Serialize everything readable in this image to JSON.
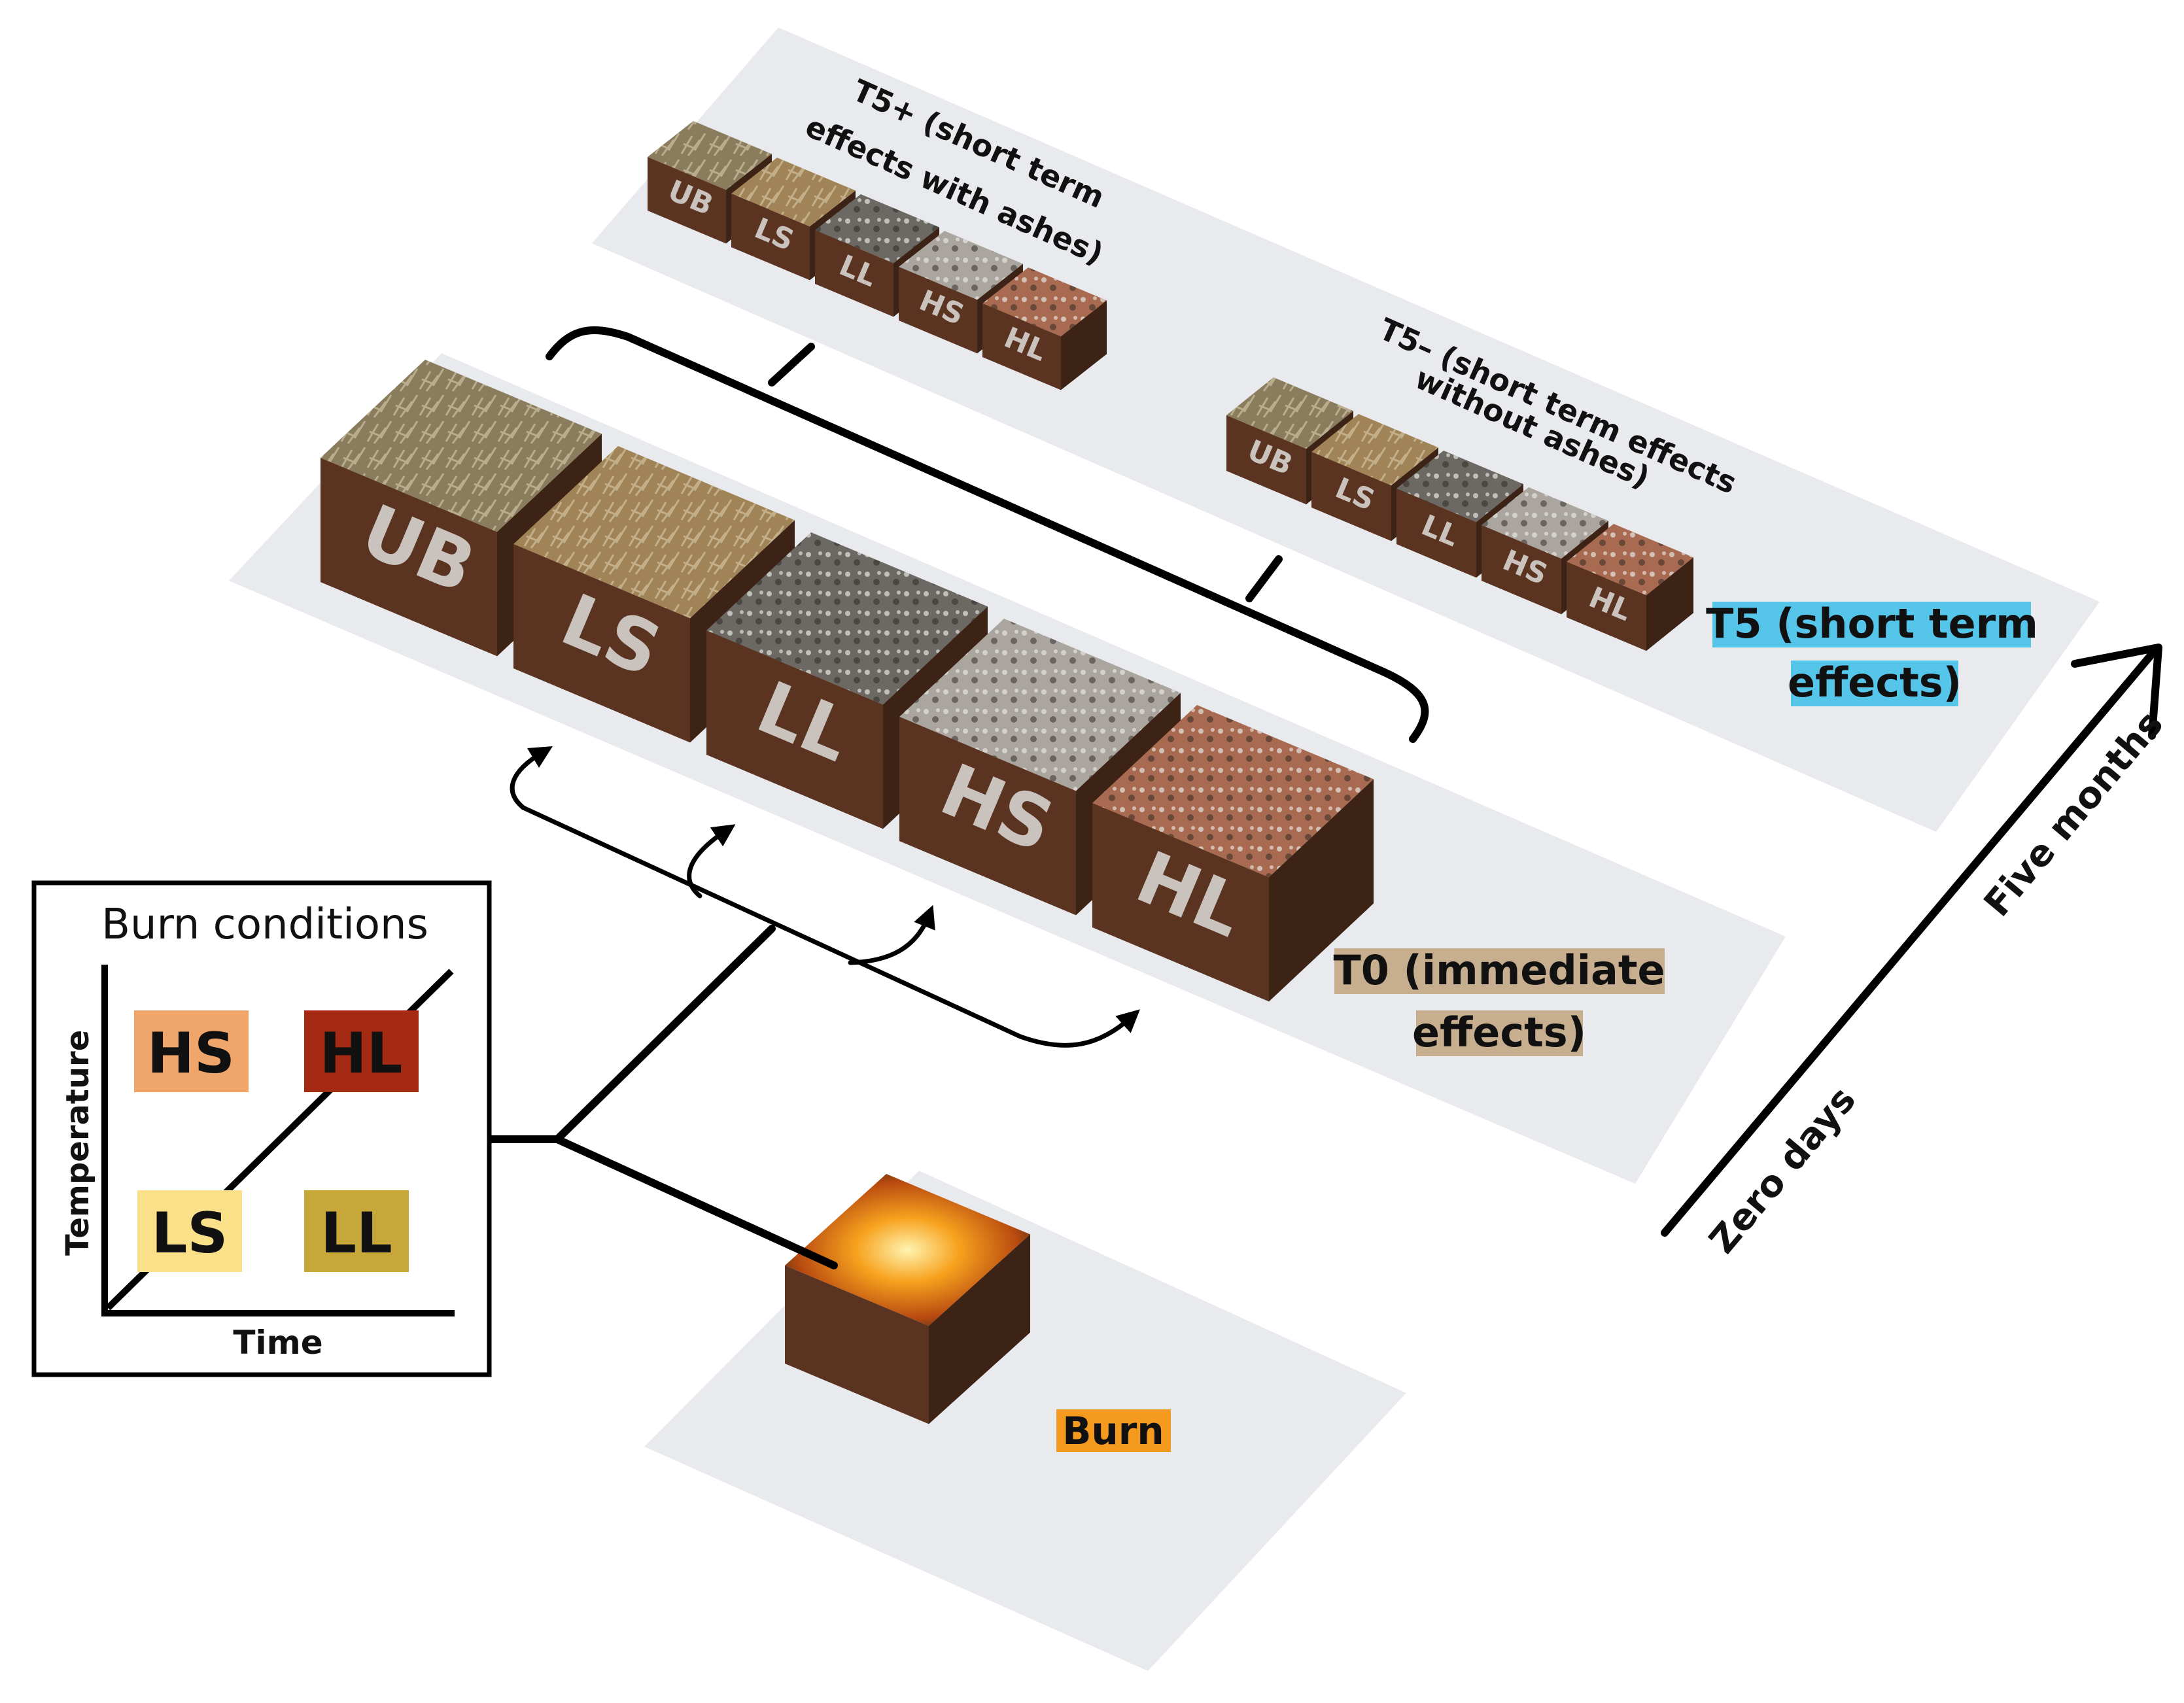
{
  "labels": {
    "t5_plus": [
      "T5+ (short term",
      "effects with ashes)"
    ],
    "t5_minus": [
      "T5– (short term effects",
      "without ashes)"
    ],
    "t5": [
      "T5 (short term",
      "effects)"
    ],
    "t0": [
      "T0 (immediate",
      "effects)"
    ],
    "burn": "Burn",
    "axis_start": "Zero days",
    "axis_end": "Five months"
  },
  "burn_conditions": {
    "title": "Burn conditions",
    "x_label": "Time",
    "y_label": "Temperature",
    "quadrants": [
      "HS",
      "HL",
      "LS",
      "LL"
    ]
  },
  "treatments": [
    "UB",
    "LS",
    "LL",
    "HS",
    "HL"
  ],
  "colors": {
    "platform": "#e8eaed",
    "soil_front": "#5a3420",
    "soil_side": "#3d2216",
    "cube_text": "#c9c2bd",
    "t5_highlight": "#56c5ea",
    "t0_highlight": "#c7ae8e",
    "burn_highlight": "#f39a1f",
    "hs_box": "#f0a56b",
    "hl_box": "#a52a14",
    "ls_box": "#fbe08a",
    "ll_box": "#c8a73a",
    "top_UB": "#8a7d5e",
    "top_LS": "#a08356",
    "top_LL": "#6c6864",
    "top_HS": "#aaa59f",
    "top_HL": "#a86a50",
    "top_burn": "#e0781e"
  }
}
